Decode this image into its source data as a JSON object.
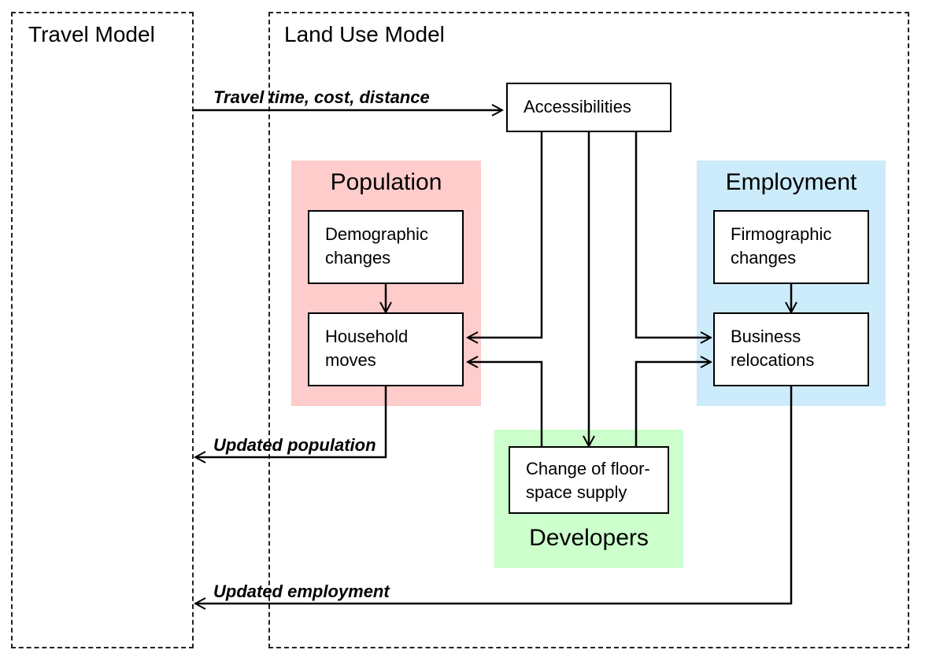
{
  "frames": {
    "travel_model": "Travel Model",
    "land_use_model": "Land Use Model"
  },
  "groups": {
    "population": "Population",
    "employment": "Employment",
    "developers": "Developers"
  },
  "nodes": {
    "accessibilities": [
      "Accessibilities"
    ],
    "demographic_changes": [
      "Demographic",
      "changes"
    ],
    "household_moves": [
      "Household",
      "moves"
    ],
    "firmographic_changes": [
      "Firmographic",
      "changes"
    ],
    "business_relocations": [
      "Business",
      "relocations"
    ],
    "floor_space_supply": [
      "Change of floor-",
      "space supply"
    ]
  },
  "flows": {
    "travel_time": "Travel time, cost, distance",
    "updated_population": "Updated population",
    "updated_employment": "Updated employment"
  },
  "colors": {
    "population_fill": "#FFCCCC",
    "employment_fill": "#CCEBFB",
    "developers_fill": "#CCFFCC",
    "line": "#000000"
  }
}
